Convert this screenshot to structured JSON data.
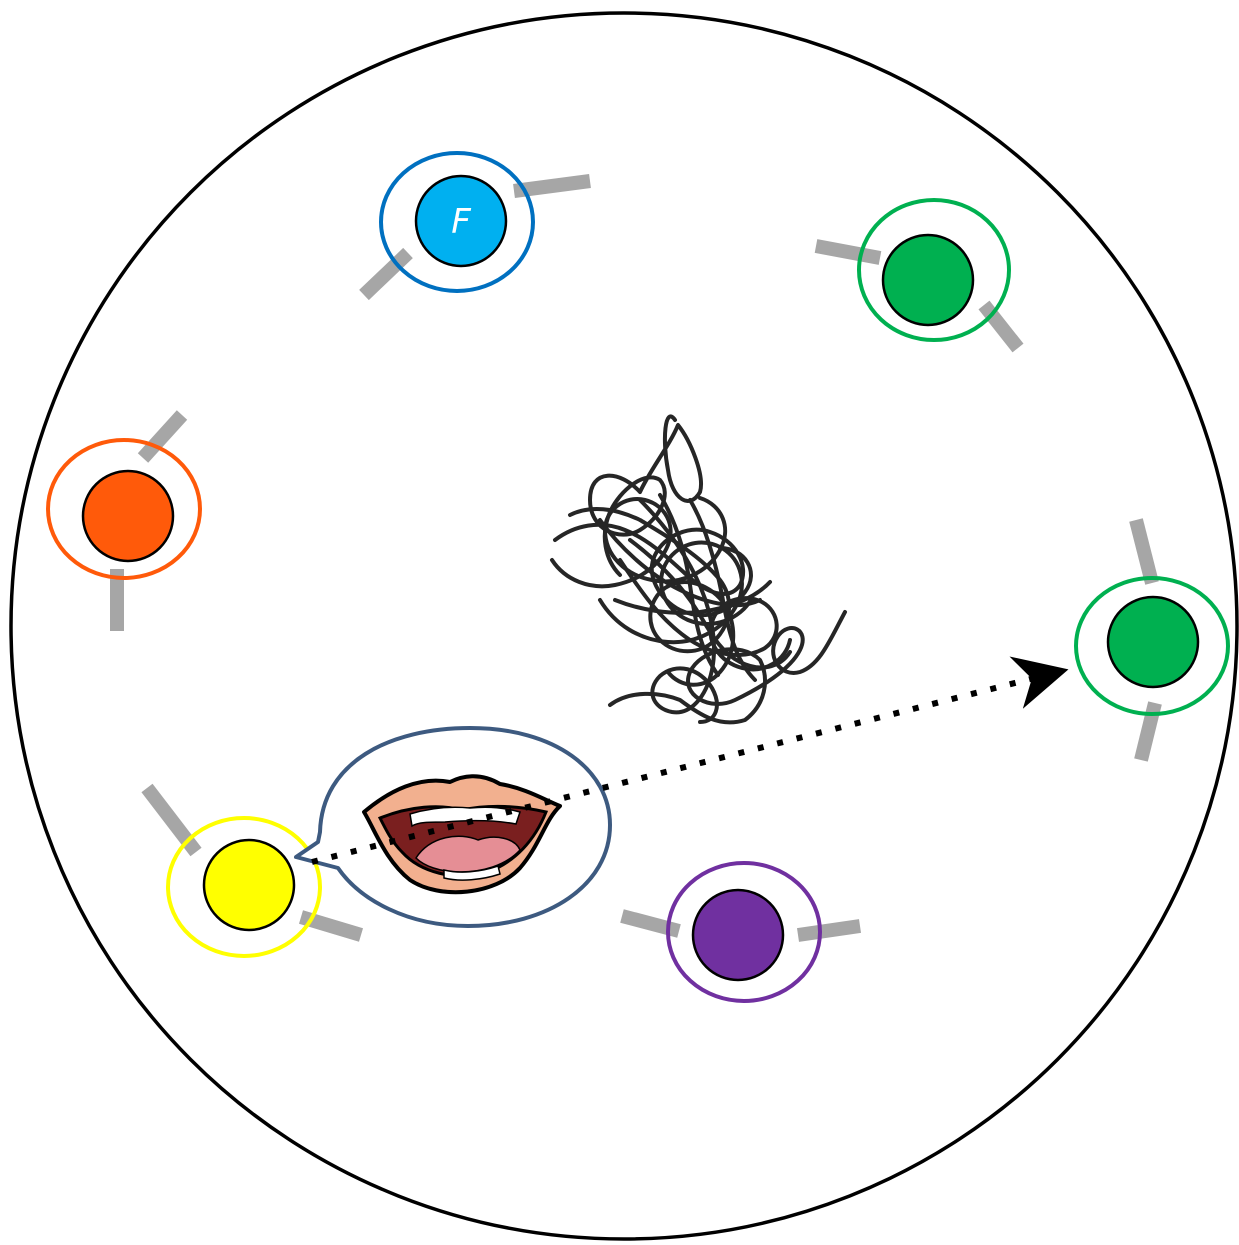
{
  "diagram": {
    "boundary": {
      "stroke": "#000000"
    },
    "nodes": [
      {
        "id": "blue",
        "fill": "#00b0f0",
        "ring": "#0070c0",
        "label": "F"
      },
      {
        "id": "green-top",
        "fill": "#00b050",
        "ring": "#00b050",
        "label": ""
      },
      {
        "id": "orange",
        "fill": "#ff5a0a",
        "ring": "#ff5a0a",
        "label": ""
      },
      {
        "id": "green-right",
        "fill": "#00b050",
        "ring": "#00b050",
        "label": ""
      },
      {
        "id": "yellow",
        "fill": "#ffff00",
        "ring": "#ffff00",
        "label": ""
      },
      {
        "id": "purple",
        "fill": "#7030a0",
        "ring": "#7030a0",
        "label": ""
      }
    ],
    "arm_color": "#a6a6a6",
    "speech_bubble": {
      "stroke": "#3d5a80",
      "content_icon": "mouth-icon"
    },
    "arrow": {
      "from": "yellow",
      "to": "green-right",
      "style": "dotted"
    },
    "tangle": {
      "icon": "scribble-tangle-icon",
      "color": "#262626"
    }
  }
}
